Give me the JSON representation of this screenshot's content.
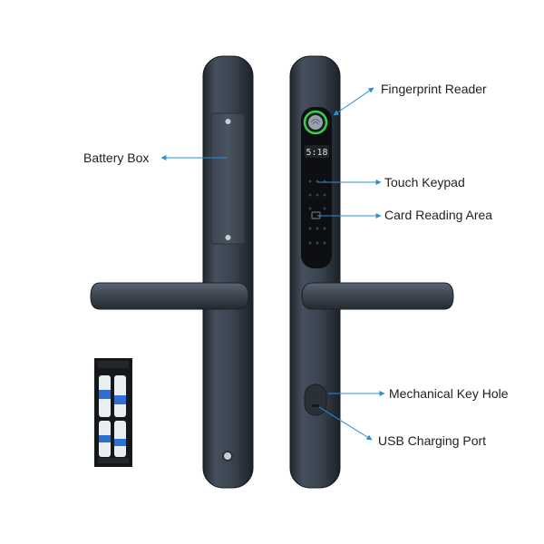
{
  "labels": {
    "fingerprint_reader": "Fingerprint Reader",
    "battery_box": "Battery Box",
    "touch_keypad": "Touch Keypad",
    "card_reading_area": "Card Reading Area",
    "mechanical_key_hole": "Mechanical Key Hole",
    "usb_charging_port": "USB Charging Port"
  },
  "screen_time": "5:18",
  "colors": {
    "lock_body": "#3a4452",
    "lock_dark": "#23292f",
    "accent_ring": "#39d14a",
    "leader_line": "#2a8fd6"
  },
  "icons": {
    "fingerprint": "fingerprint-icon",
    "card": "card-icon"
  }
}
